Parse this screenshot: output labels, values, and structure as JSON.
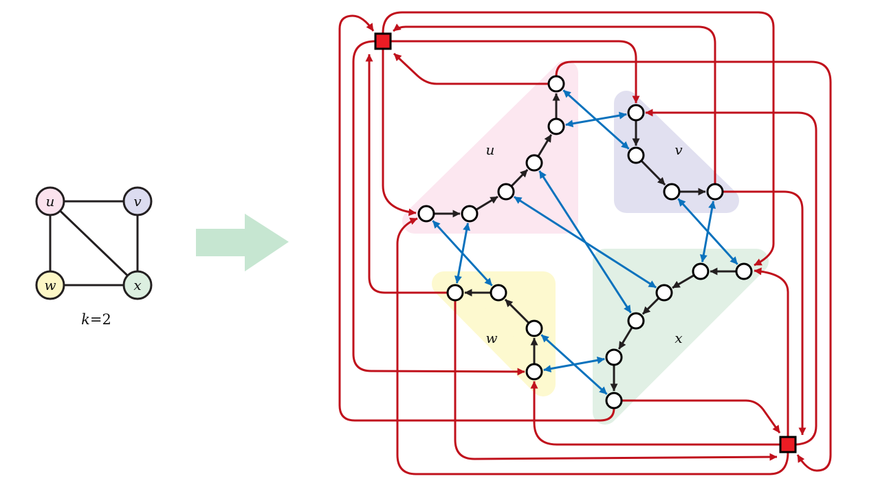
{
  "left_graph": {
    "nodes": [
      {
        "id": "u",
        "label": "u",
        "color": "#fbe3ee"
      },
      {
        "id": "v",
        "label": "v",
        "color": "#dcdcf0"
      },
      {
        "id": "w",
        "label": "w",
        "color": "#fdf7c6"
      },
      {
        "id": "x",
        "label": "x",
        "color": "#dcefe0"
      }
    ],
    "edges": [
      [
        "u",
        "v"
      ],
      [
        "u",
        "w"
      ],
      [
        "u",
        "x"
      ],
      [
        "v",
        "x"
      ],
      [
        "w",
        "x"
      ]
    ],
    "caption_k": "k",
    "caption_eq": "=2"
  },
  "transform_arrow_color": "#c6e6d1",
  "gadget": {
    "regions": [
      {
        "id": "u",
        "label": "u",
        "color": "#fce7f0"
      },
      {
        "id": "v",
        "label": "v",
        "color": "#e1e0f0"
      },
      {
        "id": "w",
        "label": "w",
        "color": "#fdf9cf"
      },
      {
        "id": "x",
        "label": "x",
        "color": "#e1f0e5"
      }
    ],
    "colors": {
      "red": "#c0111c",
      "blue": "#0b72bd",
      "black": "#231f20",
      "square": "#ec1c24"
    }
  }
}
